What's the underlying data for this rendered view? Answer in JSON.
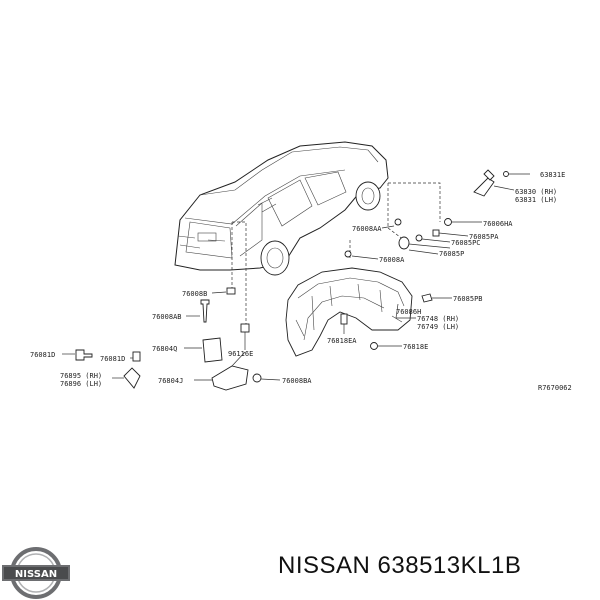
{
  "diagram": {
    "ref_code": "R7670062",
    "labels": {
      "l63831_top": "63831E",
      "l63830": "63830 (RH)",
      "l63831": "63831 (LH)",
      "l76006HA": "76006HA",
      "l76085PA": "76085PA",
      "l76085PC": "76085PC",
      "l76085P": "76085P",
      "l76008AA": "76008AA",
      "l76008A": "76008A",
      "l76085PB": "76085PB",
      "l76086H": "76086H",
      "l76748": "76748 (RH)",
      "l76749": "76749 (LH)",
      "l76818EA": "76818EA",
      "l76818E": "76818E",
      "l76008B": "76008B",
      "l76008AB": "76008AB",
      "l76804Q": "76804Q",
      "l96116E": "96116E",
      "l76081D_left": "76081D",
      "l76081D": "76081D",
      "l76895": "76895 (RH)",
      "l76896": "76896 (LH)",
      "l76804J": "76804J",
      "l76008BA": "76008BA"
    }
  },
  "footer": {
    "brand_logo_text": "NISSAN",
    "part_text": "NISSAN 638513KL1B"
  }
}
